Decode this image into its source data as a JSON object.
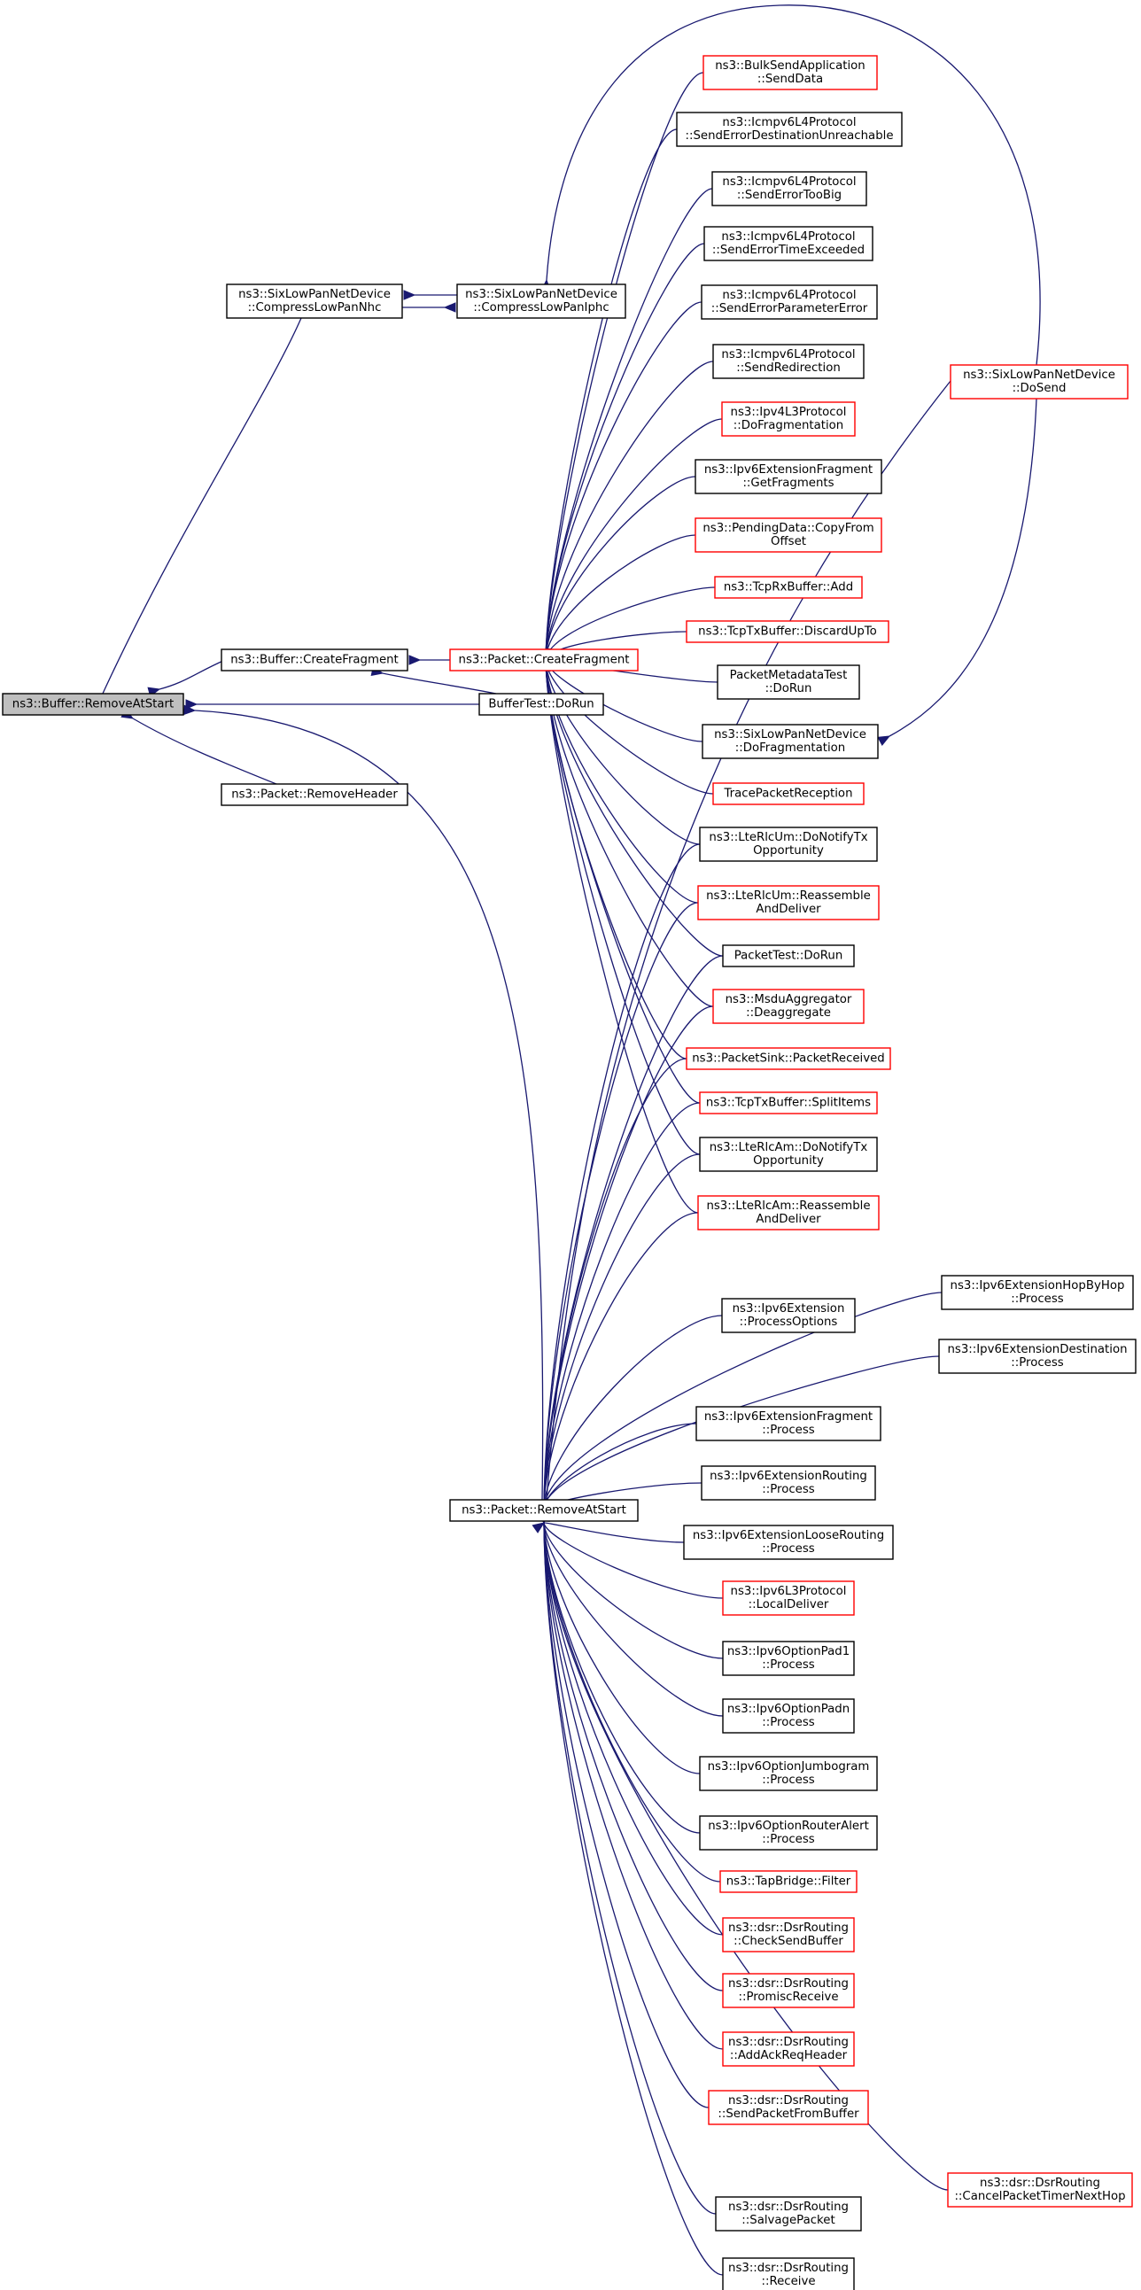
{
  "diagram": {
    "type": "call graph",
    "colors": {
      "edge": "#191970",
      "border_black": "#000000",
      "border_red": "#ff0000",
      "root_fill": "#bfbfbf"
    },
    "nodes": [
      {
        "id": "buf_removeatstart",
        "lines": [
          "ns3::Buffer::RemoveAtStart"
        ],
        "style": "root"
      },
      {
        "id": "sixlow_nhc",
        "lines": [
          "ns3::SixLowPanNetDevice",
          "::CompressLowPanNhc"
        ],
        "style": "black"
      },
      {
        "id": "sixlow_iphc",
        "lines": [
          "ns3::SixLowPanNetDevice",
          "::CompressLowPanIphc"
        ],
        "style": "black"
      },
      {
        "id": "buf_createfragment",
        "lines": [
          "ns3::Buffer::CreateFragment"
        ],
        "style": "black"
      },
      {
        "id": "pkt_createfragment",
        "lines": [
          "ns3::Packet::CreateFragment"
        ],
        "style": "red"
      },
      {
        "id": "buffertest_dorun",
        "lines": [
          "BufferTest::DoRun"
        ],
        "style": "black"
      },
      {
        "id": "pkt_removeheader",
        "lines": [
          "ns3::Packet::RemoveHeader"
        ],
        "style": "black"
      },
      {
        "id": "pkt_removeatstart",
        "lines": [
          "ns3::Packet::RemoveAtStart"
        ],
        "style": "black"
      },
      {
        "id": "bulksend",
        "lines": [
          "ns3::BulkSendApplication",
          "::SendData"
        ],
        "style": "red"
      },
      {
        "id": "icmp_unreach",
        "lines": [
          "ns3::Icmpv6L4Protocol",
          "::SendErrorDestinationUnreachable"
        ],
        "style": "black"
      },
      {
        "id": "icmp_toobig",
        "lines": [
          "ns3::Icmpv6L4Protocol",
          "::SendErrorTooBig"
        ],
        "style": "black"
      },
      {
        "id": "icmp_time",
        "lines": [
          "ns3::Icmpv6L4Protocol",
          "::SendErrorTimeExceeded"
        ],
        "style": "black"
      },
      {
        "id": "icmp_param",
        "lines": [
          "ns3::Icmpv6L4Protocol",
          "::SendErrorParameterError"
        ],
        "style": "black"
      },
      {
        "id": "icmp_redir",
        "lines": [
          "ns3::Icmpv6L4Protocol",
          "::SendRedirection"
        ],
        "style": "black"
      },
      {
        "id": "ipv4l3_frag",
        "lines": [
          "ns3::Ipv4L3Protocol",
          "::DoFragmentation"
        ],
        "style": "red"
      },
      {
        "id": "ipv6extfrag_get",
        "lines": [
          "ns3::Ipv6ExtensionFragment",
          "::GetFragments"
        ],
        "style": "black"
      },
      {
        "id": "pending_copy",
        "lines": [
          "ns3::PendingData::CopyFrom",
          "Offset"
        ],
        "style": "red"
      },
      {
        "id": "tcprx_add",
        "lines": [
          "ns3::TcpRxBuffer::Add"
        ],
        "style": "red"
      },
      {
        "id": "tcptx_discard",
        "lines": [
          "ns3::TcpTxBuffer::DiscardUpTo"
        ],
        "style": "red"
      },
      {
        "id": "pktmeta_dorun",
        "lines": [
          "PacketMetadataTest",
          "::DoRun"
        ],
        "style": "black"
      },
      {
        "id": "sixlow_dofrag",
        "lines": [
          "ns3::SixLowPanNetDevice",
          "::DoFragmentation"
        ],
        "style": "black"
      },
      {
        "id": "trace_pktrecv",
        "lines": [
          "TracePacketReception"
        ],
        "style": "red"
      },
      {
        "id": "lterlcum_notify",
        "lines": [
          "ns3::LteRlcUm::DoNotifyTx",
          "Opportunity"
        ],
        "style": "black"
      },
      {
        "id": "lterlcum_reasm",
        "lines": [
          "ns3::LteRlcUm::Reassemble",
          "AndDeliver"
        ],
        "style": "red"
      },
      {
        "id": "pkttest_dorun",
        "lines": [
          "PacketTest::DoRun"
        ],
        "style": "black"
      },
      {
        "id": "msdu_deagg",
        "lines": [
          "ns3::MsduAggregator",
          "::Deaggregate"
        ],
        "style": "red"
      },
      {
        "id": "pktsink_recv",
        "lines": [
          "ns3::PacketSink::PacketReceived"
        ],
        "style": "red"
      },
      {
        "id": "tcptx_split",
        "lines": [
          "ns3::TcpTxBuffer::SplitItems"
        ],
        "style": "red"
      },
      {
        "id": "lterlcam_notify",
        "lines": [
          "ns3::LteRlcAm::DoNotifyTx",
          "Opportunity"
        ],
        "style": "black"
      },
      {
        "id": "lterlcam_reasm",
        "lines": [
          "ns3::LteRlcAm::Reassemble",
          "AndDeliver"
        ],
        "style": "red"
      },
      {
        "id": "sixlow_dosend",
        "lines": [
          "ns3::SixLowPanNetDevice",
          "::DoSend"
        ],
        "style": "red"
      },
      {
        "id": "ipv6ext_procopts",
        "lines": [
          "ns3::Ipv6Extension",
          "::ProcessOptions"
        ],
        "style": "black"
      },
      {
        "id": "ipv6ext_hopbyhop",
        "lines": [
          "ns3::Ipv6ExtensionHopByHop",
          "::Process"
        ],
        "style": "black"
      },
      {
        "id": "ipv6ext_dest",
        "lines": [
          "ns3::Ipv6ExtensionDestination",
          "::Process"
        ],
        "style": "black"
      },
      {
        "id": "ipv6extfrag_proc",
        "lines": [
          "ns3::Ipv6ExtensionFragment",
          "::Process"
        ],
        "style": "black"
      },
      {
        "id": "ipv6extrouting_proc",
        "lines": [
          "ns3::Ipv6ExtensionRouting",
          "::Process"
        ],
        "style": "black"
      },
      {
        "id": "ipv6extloose_proc",
        "lines": [
          "ns3::Ipv6ExtensionLooseRouting",
          "::Process"
        ],
        "style": "black"
      },
      {
        "id": "ipv6l3_local",
        "lines": [
          "ns3::Ipv6L3Protocol",
          "::LocalDeliver"
        ],
        "style": "red"
      },
      {
        "id": "pad1",
        "lines": [
          "ns3::Ipv6OptionPad1",
          "::Process"
        ],
        "style": "black"
      },
      {
        "id": "padn",
        "lines": [
          "ns3::Ipv6OptionPadn",
          "::Process"
        ],
        "style": "black"
      },
      {
        "id": "jumbo",
        "lines": [
          "ns3::Ipv6OptionJumbogram",
          "::Process"
        ],
        "style": "black"
      },
      {
        "id": "routeralert",
        "lines": [
          "ns3::Ipv6OptionRouterAlert",
          "::Process"
        ],
        "style": "black"
      },
      {
        "id": "tapbridge",
        "lines": [
          "ns3::TapBridge::Filter"
        ],
        "style": "red"
      },
      {
        "id": "dsr_checksend",
        "lines": [
          "ns3::dsr::DsrRouting",
          "::CheckSendBuffer"
        ],
        "style": "red"
      },
      {
        "id": "dsr_promisc",
        "lines": [
          "ns3::dsr::DsrRouting",
          "::PromiscReceive"
        ],
        "style": "red"
      },
      {
        "id": "dsr_addack",
        "lines": [
          "ns3::dsr::DsrRouting",
          "::AddAckReqHeader"
        ],
        "style": "red"
      },
      {
        "id": "dsr_sendfrombuf",
        "lines": [
          "ns3::dsr::DsrRouting",
          "::SendPacketFromBuffer"
        ],
        "style": "red"
      },
      {
        "id": "dsr_cancel",
        "lines": [
          "ns3::dsr::DsrRouting",
          "::CancelPacketTimerNextHop"
        ],
        "style": "red"
      },
      {
        "id": "dsr_salvage",
        "lines": [
          "ns3::dsr::DsrRouting",
          "::SalvagePacket"
        ],
        "style": "black"
      },
      {
        "id": "dsr_receive",
        "lines": [
          "ns3::dsr::DsrRouting",
          "::Receive"
        ],
        "style": "black"
      }
    ],
    "edges": [
      {
        "from": "sixlow_nhc",
        "to": "buf_removeatstart"
      },
      {
        "from": "sixlow_iphc",
        "to": "sixlow_nhc"
      },
      {
        "from": "sixlow_nhc",
        "to": "sixlow_iphc"
      },
      {
        "from": "sixlow_dosend",
        "to": "sixlow_iphc"
      },
      {
        "from": "buf_createfragment",
        "to": "buf_removeatstart"
      },
      {
        "from": "buffertest_dorun",
        "to": "buf_removeatstart"
      },
      {
        "from": "pkt_removeheader",
        "to": "buf_removeatstart"
      },
      {
        "from": "pkt_removeatstart",
        "to": "buf_removeatstart"
      },
      {
        "from": "pkt_createfragment",
        "to": "buf_createfragment"
      },
      {
        "from": "buffertest_dorun",
        "to": "buf_createfragment"
      },
      {
        "from": "sixlow_dosend",
        "to": "sixlow_dofrag"
      }
    ]
  }
}
